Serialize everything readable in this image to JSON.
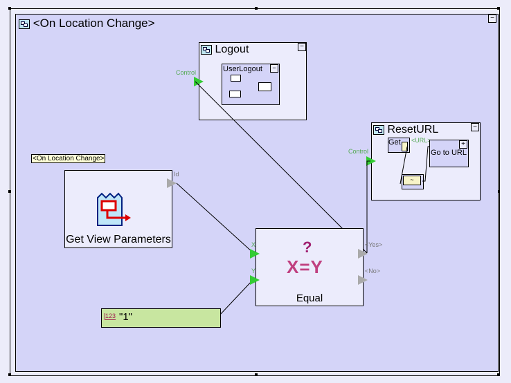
{
  "container": {
    "title": "<On Location Change>",
    "icon": "subflow-icon",
    "collapse": "−"
  },
  "tooltip": "<On Location Change>",
  "logout": {
    "title": "Logout",
    "collapse": "−",
    "port": "Control",
    "inner": {
      "title": "UserLogout",
      "collapse": "−"
    }
  },
  "reset_url": {
    "title": "ResetURL",
    "collapse": "−",
    "port": "Control",
    "get_label": "Get",
    "url_port": "<URL>",
    "goto": {
      "title": "Go to URL",
      "expand": "+"
    }
  },
  "get_view": {
    "title": "Get View Parameters",
    "port": "Id",
    "icon": "view-parameters-icon"
  },
  "equal": {
    "title": "Equal",
    "symbol_q": "?",
    "symbol": "X=Y",
    "ports_in": [
      "X",
      "Y"
    ],
    "ports_out": [
      "<Yes>",
      "<No>"
    ]
  },
  "constant": {
    "value": "\"1\"",
    "icon": "number-icon"
  },
  "colors": {
    "panel": "#d4d4f8",
    "node": "#ececfc",
    "constant": "#c8e6a0",
    "port_in": "#33cc33",
    "port_out": "#aaaaaa",
    "equal_symbol": "#c04080"
  }
}
